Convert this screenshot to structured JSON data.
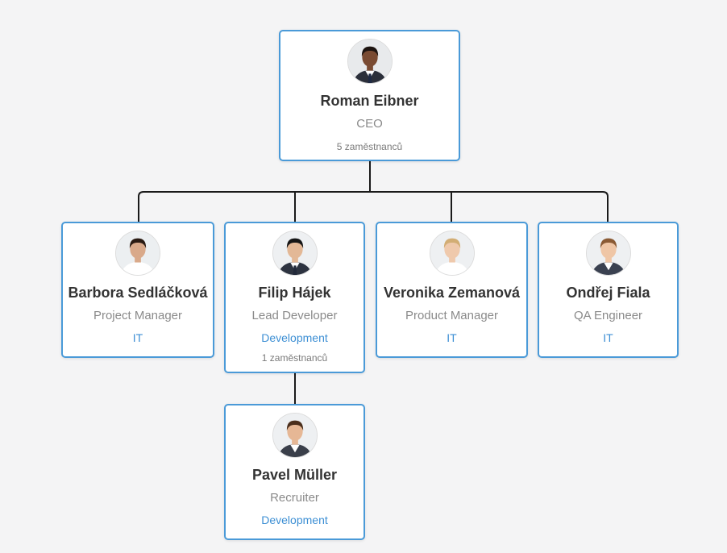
{
  "colors": {
    "card_border": "#4a9ad8",
    "department_text": "#3d8fd4",
    "connector": "#1a1a1a",
    "background": "#f4f4f5"
  },
  "nodes": {
    "ceo": {
      "name": "Roman Eibner",
      "title": "CEO",
      "count": "5 zaměstnanců",
      "avatar": {
        "skin": "#7a4b32",
        "hair": "#1d1410",
        "suit": "#2b2f3a",
        "shirt": "#ffffff",
        "tie": "#1f2a44",
        "bg": "#e8eaec"
      }
    },
    "barbora": {
      "name": "Barbora Sedláčková",
      "title": "Project Manager",
      "department": "IT",
      "avatar": {
        "skin": "#d9a98a",
        "hair": "#2a1a12",
        "suit": "#ffffff",
        "shirt": "#ffffff",
        "tie": "none",
        "bg": "#eceff1"
      }
    },
    "filip": {
      "name": "Filip Hájek",
      "title": "Lead Developer",
      "department": "Development",
      "count": "1 zaměstnanců",
      "avatar": {
        "skin": "#e3b896",
        "hair": "#151515",
        "suit": "#2d3340",
        "shirt": "#ffffff",
        "tie": "#22293a",
        "bg": "#eef0f2"
      }
    },
    "veronika": {
      "name": "Veronika Zemanová",
      "title": "Product Manager",
      "department": "IT",
      "avatar": {
        "skin": "#efc9ac",
        "hair": "#d2ad74",
        "suit": "#ffffff",
        "shirt": "#ffffff",
        "tie": "none",
        "bg": "#eef0f2"
      }
    },
    "ondrej": {
      "name": "Ondřej Fiala",
      "title": "QA Engineer",
      "department": "IT",
      "avatar": {
        "skin": "#efc6a6",
        "hair": "#8a5a34",
        "suit": "#3a4150",
        "shirt": "#ffffff",
        "tie": "none",
        "bg": "#eef0f2"
      }
    },
    "pavel": {
      "name": "Pavel Müller",
      "title": "Recruiter",
      "department": "Development",
      "avatar": {
        "skin": "#e6b795",
        "hair": "#4a2e1c",
        "suit": "#3a3f4a",
        "shirt": "#ffffff",
        "tie": "none",
        "bg": "#eef0f2"
      }
    }
  }
}
